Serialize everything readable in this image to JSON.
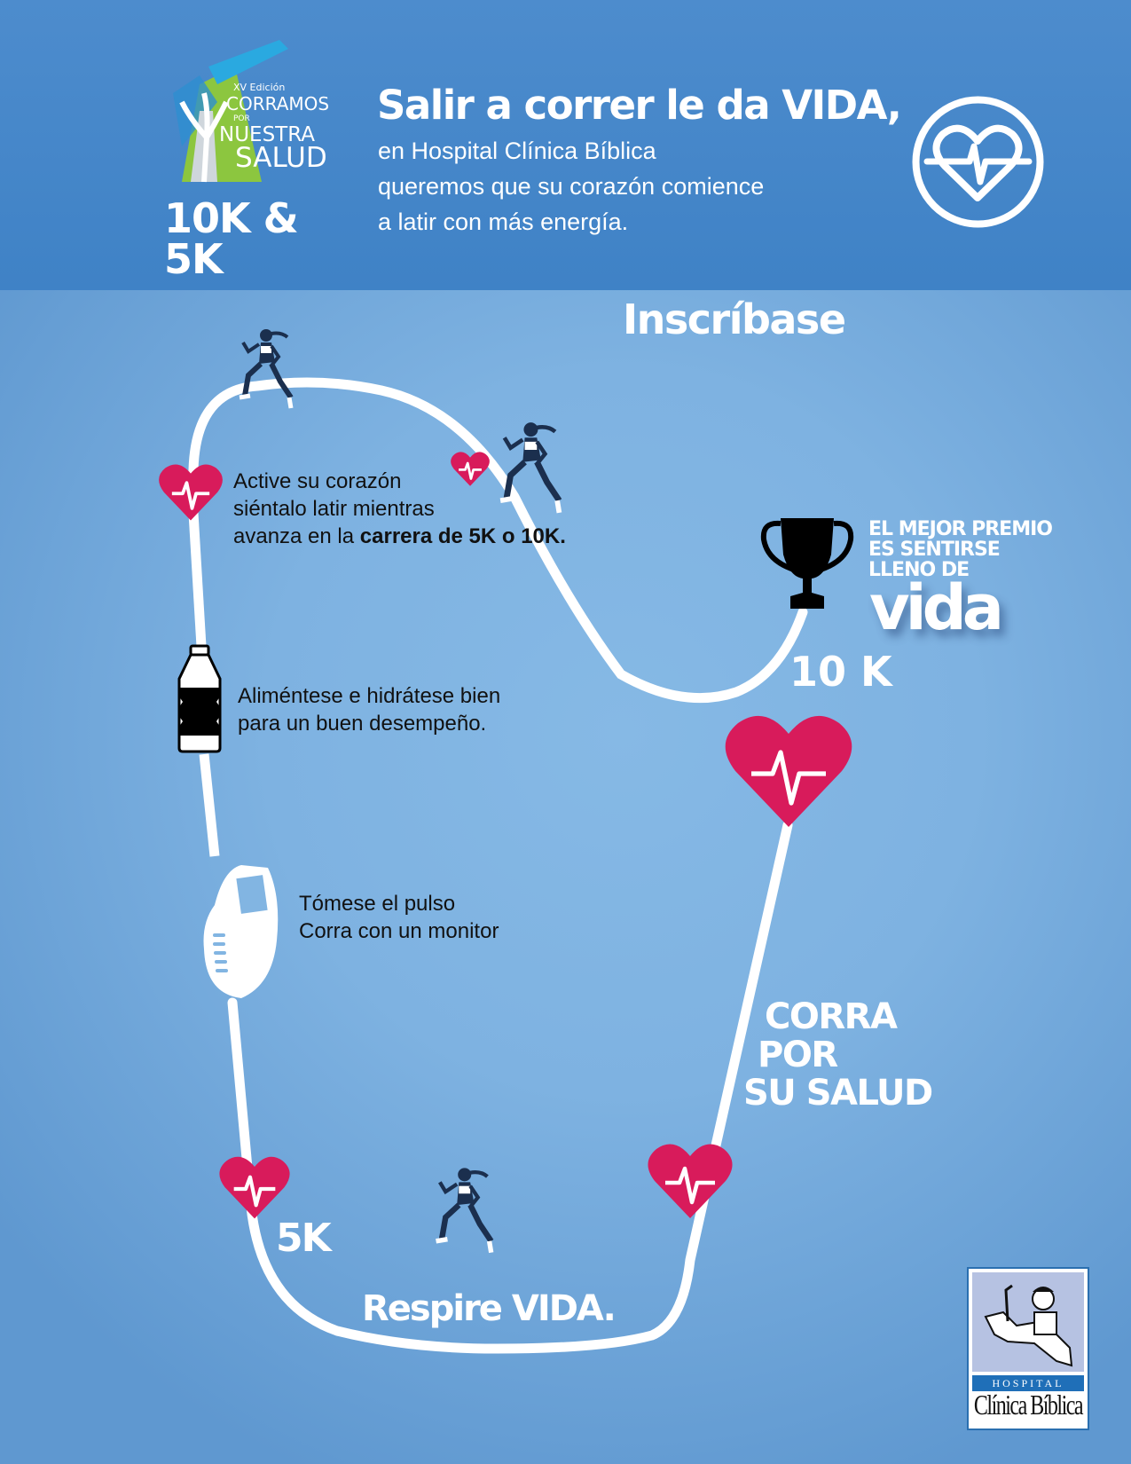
{
  "header": {
    "event_logo": {
      "edition": "XV Edición",
      "line1": "CORRAMOS",
      "line2": "POR",
      "line3": "NUESTRA",
      "line4": "SALUD",
      "distances": "10K & 5K"
    },
    "headline": "Salir a correr le da VIDA,",
    "subtitle_lines": [
      "en Hospital Clínica Bíblica",
      "queremos que su corazón comience",
      "a latir con más energía."
    ],
    "icon": "heart-pulse-circle-icon"
  },
  "main": {
    "cta": "Inscríbase",
    "steps": [
      {
        "icon": "heart-pulse-icon",
        "lines": [
          "Active su corazón",
          "siéntalo latir mientras"
        ],
        "line3_prefix": "avanza en la ",
        "line3_bold": "carrera de 5K o 10K."
      },
      {
        "icon": "water-bottle-icon",
        "lines": [
          "Aliméntese e hidrátese bien",
          "para un buen desempeño."
        ]
      },
      {
        "icon": "fitness-band-icon",
        "lines": [
          "Tómese el pulso",
          "Corra con un monitor"
        ]
      }
    ],
    "prize": {
      "icon": "trophy-icon",
      "lines": [
        "EL MEJOR PREMIO",
        "ES SENTIRSE",
        "LLENO DE"
      ],
      "word": "vida"
    },
    "marker_10k": "10 K",
    "marker_5k": "5K",
    "slogan_lines": [
      "CORRA",
      "POR",
      "SU SALUD"
    ],
    "bottom_text": "Respire VIDA.",
    "hospital_logo": {
      "top": "HOSPITAL",
      "bottom": "Clínica Bíblica"
    }
  },
  "colors": {
    "header_blue": "#4287c9",
    "background_blue": "#82b5e2",
    "heart_red": "#d81b5b",
    "track_white": "#ffffff",
    "runner_navy": "#1b2f4e"
  }
}
